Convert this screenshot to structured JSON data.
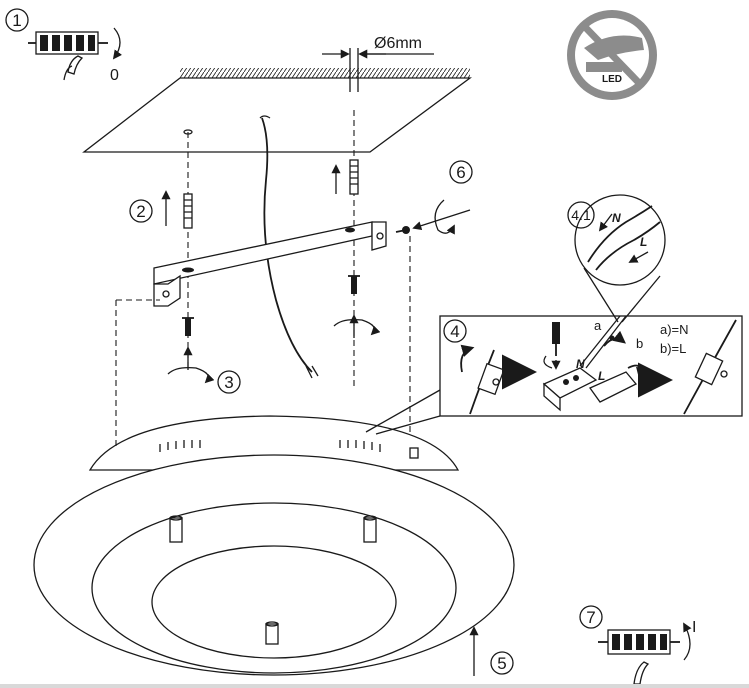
{
  "steps": [
    "1",
    "2",
    "3",
    "4",
    "4.1",
    "5",
    "6",
    "7"
  ],
  "switch_off_label": "0",
  "switch_on_label": "I",
  "drill_diameter": "Ø6mm",
  "wire_a": "a",
  "wire_b": "b",
  "wire_a_meaning": "a)=N",
  "wire_b_meaning": "b)=L",
  "terminal_n": "N",
  "terminal_l": "L",
  "warning_label": "LED",
  "colors": {
    "ink": "#1a1a1a",
    "warning_gray": "#8c8c8c",
    "footer": "#d9d9d9"
  },
  "icons": [
    "circuit-breaker-icon",
    "no-touch-led-icon",
    "screwdriver-icon",
    "rotate-arrow-icon",
    "right-arrow-icon"
  ]
}
